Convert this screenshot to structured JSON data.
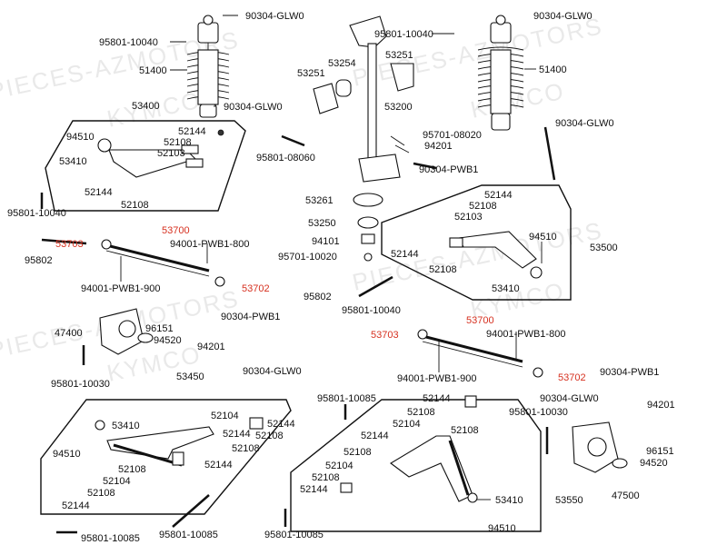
{
  "watermarks": [
    "PIECES-AZMOTORS",
    "KYMCO",
    "PIECES-AZMOTORS",
    "KYMCO",
    "PIECES-AZMOTORS",
    "KYMCO",
    "PIECES-AZMOTORS",
    "KYMCO"
  ],
  "colors": {
    "highlight": "#d6301f",
    "ink": "#111111"
  },
  "labels": {
    "l01": "90304-GLW0",
    "l02": "95801-10040",
    "l03": "51400",
    "l04": "90304-GLW0",
    "l05": "53400",
    "l06": "94510",
    "l07": "52144",
    "l08": "52108",
    "l09": "52103",
    "l10": "53410",
    "l11": "52144",
    "l12": "52108",
    "l13": "95801-10040",
    "l14": "95802",
    "l15": "53254",
    "l16": "53251",
    "l17": "53251",
    "l18": "53200",
    "l19": "95801-10040",
    "l20": "95701-08020",
    "l21": "94201",
    "l22": "90304-PWB1",
    "l23": "95801-08060",
    "l24": "90304-GLW0",
    "l25": "51400",
    "l26": "90304-GLW0",
    "l27": "53700",
    "l28": "53703",
    "l29": "94001-PWB1-800",
    "l30": "94001-PWB1-900",
    "l31": "53702",
    "l32": "53261",
    "l33": "53250",
    "l34": "94101",
    "l35": "95701-10020",
    "l36": "52144",
    "l37": "52108",
    "l38": "52103",
    "l39": "94510",
    "l40": "53500",
    "l41": "52144",
    "l42": "52108",
    "l43": "53410",
    "l44": "95802",
    "l45": "95801-10040",
    "l46": "47400",
    "l47": "96151",
    "l48": "94520",
    "l49": "90304-PWB1",
    "l50": "94201",
    "l51": "95801-10030",
    "l52": "53700",
    "l53": "53703",
    "l54": "94001-PWB1-800",
    "l55": "94001-PWB1-900",
    "l56": "53702",
    "l57": "53450",
    "l58": "90304-GLW0",
    "l59": "53410",
    "l60": "52104",
    "l61": "52144",
    "l62": "52108",
    "l63": "52144",
    "l64": "52108",
    "l65": "94510",
    "l66": "52108",
    "l67": "52144",
    "l68": "52104",
    "l69": "52108",
    "l70": "52144",
    "l71": "95801-10085",
    "l72": "95801-10085",
    "l73": "95801-10085",
    "l74": "95801-10085",
    "l75": "52144",
    "l76": "52108",
    "l77": "52104",
    "l78": "52144",
    "l79": "52108",
    "l80": "52108",
    "l81": "52104",
    "l82": "52108",
    "l83": "52144",
    "l84": "53410",
    "l85": "53550",
    "l86": "94510",
    "l87": "90304-GLW0",
    "l88": "95801-10030",
    "l89": "90304-PWB1",
    "l90": "94201",
    "l91": "96151",
    "l92": "94520",
    "l93": "47500"
  }
}
